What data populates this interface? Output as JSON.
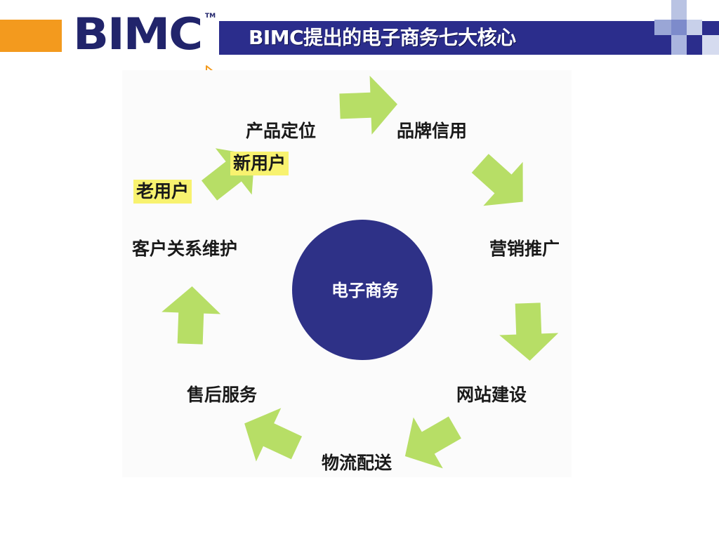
{
  "header": {
    "logo_text": "BIMC",
    "trademark": "TM",
    "title": "BIMC提出的电子商务七大核心"
  },
  "diagram": {
    "center": "电子商务",
    "stages": [
      "产品定位",
      "品牌信用",
      "营销推广",
      "网站建设",
      "物流配送",
      "售后服务",
      "客户关系维护"
    ],
    "highlights": [
      "老用户",
      "新用户"
    ]
  },
  "colors": {
    "navy": "#2b2d8c",
    "orange": "#f39a1e",
    "arrow_green": "#b7de66",
    "highlight": "#f8f26f",
    "hub": "#2e3187"
  }
}
